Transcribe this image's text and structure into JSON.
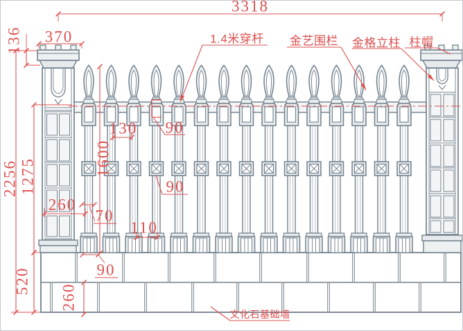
{
  "drawing": {
    "background": "#ffffff",
    "border_color": "#c2c8cd",
    "line_color": "#71808c",
    "line_soft": "#a9b2ba",
    "fill_light": "#eef1f2",
    "fill_mid": "#e6eaec",
    "fill_panel": "#f3f5f6",
    "red": "#dd4f4f",
    "picket_count": 15,
    "brick_rows": 2
  },
  "dimensions": {
    "overall_width": "3318",
    "cap_width": "370",
    "cap_height": "136",
    "overall_height": "2256",
    "fence_height": "1275",
    "pillar_width": "260",
    "wall_height": "520",
    "brick_height": "260",
    "picket_gap": "130",
    "rail_block": "90",
    "picket_height": "1600",
    "mid_block": "90",
    "bar_width": "70",
    "base_width": "110",
    "base_seat": "90"
  },
  "labels": {
    "through_rod": "1.4米穿杆",
    "art_fence": "金艺围栏",
    "grid_pillar": "金格立柱",
    "pillar_cap": "柱帽",
    "foundation_wall": "文化石基础墙"
  }
}
